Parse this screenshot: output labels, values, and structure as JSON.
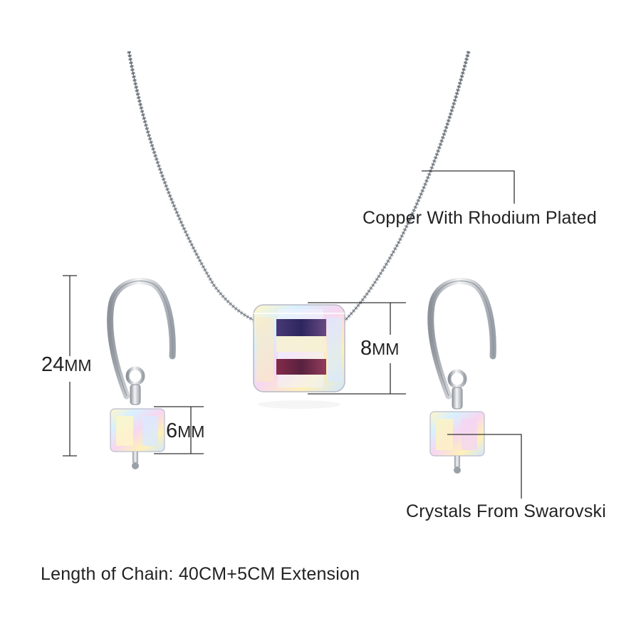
{
  "labels": {
    "material": "Copper With Rhodium Plated",
    "crystal": "Crystals From Swarovski",
    "chain_length": "Length of Chain: 40CM+5CM Extension"
  },
  "dimensions": {
    "earring_length": {
      "value": "24",
      "unit": "MM"
    },
    "earring_crystal": {
      "value": "6",
      "unit": "MM"
    },
    "pendant_crystal": {
      "value": "8",
      "unit": "MM"
    }
  },
  "colors": {
    "background": "#ffffff",
    "text": "#222222",
    "line": "#333333",
    "metal": "#c9ccd2"
  },
  "icons": [
    "box-chain-necklace",
    "cube-crystal-pendant",
    "hook-earring-left",
    "hook-earring-right"
  ]
}
